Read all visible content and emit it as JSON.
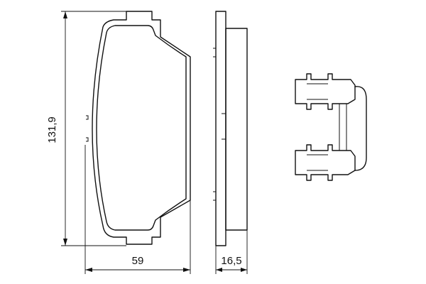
{
  "dimensions": {
    "height": "131,9",
    "width": "59",
    "thickness": "16,5"
  },
  "colors": {
    "line": "#111111",
    "background": "#ffffff"
  }
}
